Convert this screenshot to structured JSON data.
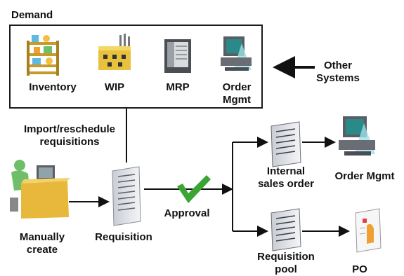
{
  "demand": {
    "title": "Demand",
    "items": [
      {
        "label": "Inventory",
        "icon": "inventory-shelves-icon"
      },
      {
        "label": "WIP",
        "icon": "wip-factory-icon"
      },
      {
        "label": "MRP",
        "icon": "mrp-panel-icon"
      },
      {
        "label": "Order\nMgmt",
        "icon": "order-mgmt-computer-icon"
      }
    ]
  },
  "other_systems": "Other\nSystems",
  "import_label": "Import/reschedule\nrequisitions",
  "manual": {
    "label": "Manually\ncreate",
    "icon": "person-at-desk-icon"
  },
  "requisition": {
    "label": "Requisition",
    "icon": "document-icon"
  },
  "approval": {
    "label": "Approval",
    "icon": "checkmark-icon"
  },
  "internal_sales_order": {
    "label": "Internal\nsales order",
    "icon": "document-icon"
  },
  "requisition_pool": {
    "label": "Requisition\npool",
    "icon": "document-icon"
  },
  "order_mgmt": {
    "label": "Order Mgmt",
    "icon": "computer-icon"
  },
  "po": {
    "label": "PO",
    "icon": "purchase-order-icon"
  },
  "colors": {
    "line": "#111111",
    "check": "#3aa535",
    "desk": "#e8b83c",
    "person": "#6fbf6a",
    "screen": "#2a8a8a"
  }
}
